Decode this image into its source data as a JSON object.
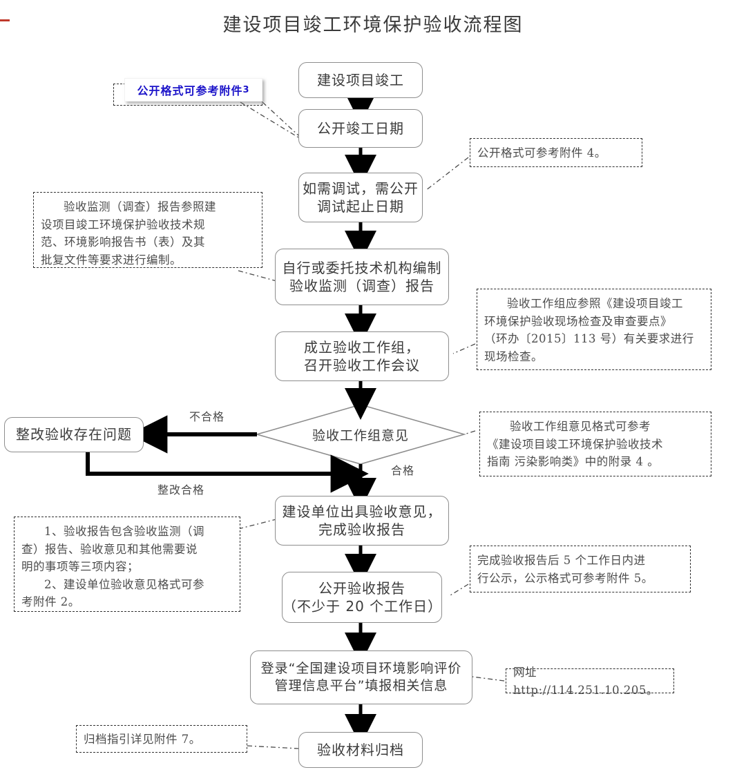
{
  "title": "建设项目竣工环境保护验收流程图",
  "flow": {
    "nodes": [
      {
        "id": "n1",
        "label": "建设项目竣工"
      },
      {
        "id": "n2",
        "label": "公开竣工日期"
      },
      {
        "id": "n3",
        "label": "如需调试，需公开\n调试起止日期",
        "line1": "如需调试，需公开",
        "line2": "调试起止日期"
      },
      {
        "id": "n4",
        "line1": "自行或委托技术机构编制",
        "line2": "验收监测（调查）报告"
      },
      {
        "id": "n5",
        "line1": "成立验收工作组，",
        "line2": "召开验收工作会议"
      },
      {
        "id": "n6",
        "label": "验收工作组意见",
        "shape": "decision"
      },
      {
        "id": "n7",
        "label": "整改验收存在问题"
      },
      {
        "id": "n8",
        "line1": "建设单位出具验收意见，",
        "line2": "完成验收报告"
      },
      {
        "id": "n9",
        "line1": "公开验收报告",
        "line2": "（不少于 20 个工作日）"
      },
      {
        "id": "n10",
        "line1": "登录“全国建设项目环境影响评价",
        "line2": "管理信息平台”填报相关信息"
      },
      {
        "id": "n11",
        "label": "验收材料归档"
      }
    ],
    "edge_labels": {
      "fail": "不合格",
      "pass": "合格",
      "rework_pass": "整改合格"
    }
  },
  "notes": {
    "note_blue": {
      "text": "公开格式可参考附件",
      "sup": "3"
    },
    "note_attach4": {
      "text": "公开格式可参考附件 4。"
    },
    "note_report": {
      "l1": "验收监测（调查）报告参照建",
      "l2": "设项目竣工环境保护验收技术规",
      "l3": "范、环境影响报告书（表）及其",
      "l4": "批复文件等要求进行编制。"
    },
    "note_workgroup": {
      "l1": "验收工作组应参照《建设项目竣工",
      "l2": "环境保护验收现场检查及审查要点》",
      "l3": "（环办〔2015〕113 号）有关要求进行",
      "l4": "现场检查。"
    },
    "note_opinion": {
      "l1": "验收工作组意见格式可参考",
      "l2": "《建设项目竣工环境保护验收技术",
      "l3": "指南 污染影响类》中的附录 4 。"
    },
    "note_acceptance_report": {
      "l1": "1、验收报告包含验收监测（调",
      "l2": "查）报告、验收意见和其他需要说",
      "l3": "明的事项等三项内容；",
      "l4": "2、建设单位验收意见格式可参",
      "l5": "考附件 2。"
    },
    "note_publicity": {
      "l1": "完成验收报告后 5 个工作日内进",
      "l2": "行公示，公示格式可参考附件 5。"
    },
    "note_url": {
      "text": "网址 http://114.251.10.205。"
    },
    "note_archive": {
      "text": "归档指引详见附件 7。"
    }
  },
  "colors": {
    "node_border": "#8d8d8d",
    "arrow": "#000000",
    "note_border": "#2f2f2f",
    "blue_text": "#1a12c9",
    "title_text": "#3a3a3a"
  }
}
